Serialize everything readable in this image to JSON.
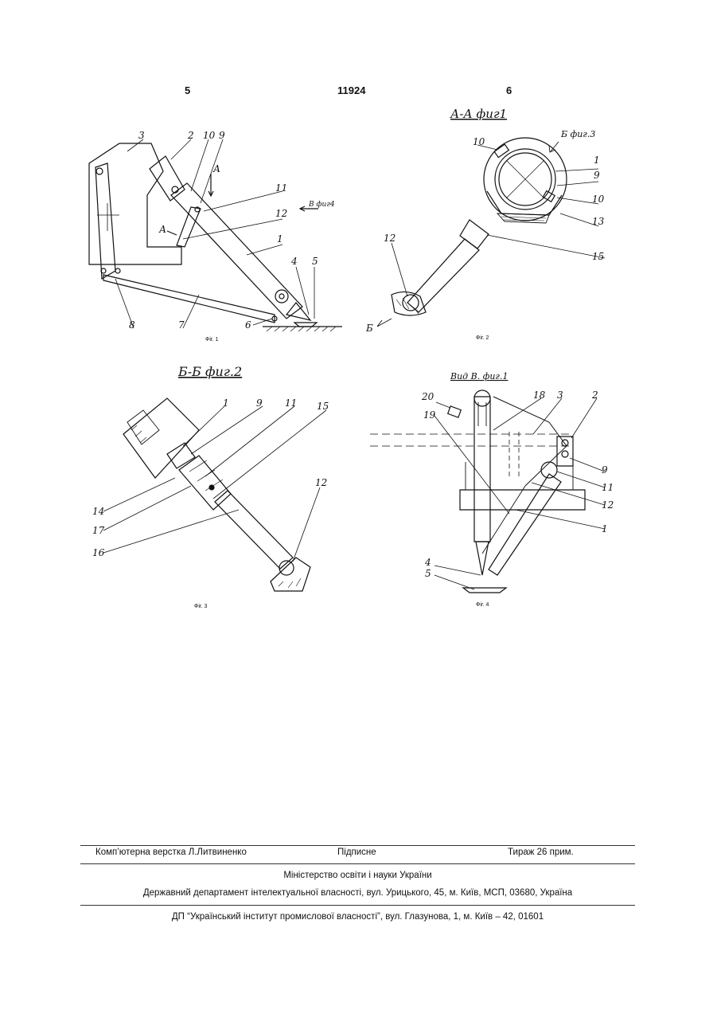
{
  "header": {
    "left_page": "5",
    "patent_number": "11924",
    "right_page": "6"
  },
  "figures": {
    "fig1": {
      "caption": "Фіг. 1",
      "labels": [
        "3",
        "2",
        "10",
        "9",
        "11",
        "12",
        "1",
        "4",
        "5",
        "6",
        "7",
        "8"
      ],
      "section_mark": "А",
      "view_ref": "В фиг4"
    },
    "fig2": {
      "caption": "Фіг. 2",
      "title": "А-А фиг1",
      "view_ref": "Б фиг.3",
      "labels": [
        "10",
        "1",
        "9",
        "10",
        "13",
        "15",
        "12"
      ],
      "section_mark": "Б"
    },
    "fig3": {
      "caption": "Фіг. 3",
      "title": "Б-Б фиг.2",
      "labels": [
        "1",
        "9",
        "11",
        "15",
        "14",
        "17",
        "16",
        "12"
      ]
    },
    "fig4": {
      "caption": "Фіг. 4",
      "title": "Вид В. фиг.1",
      "labels": [
        "20",
        "19",
        "18",
        "3",
        "2",
        "9",
        "11",
        "12",
        "1",
        "4",
        "5"
      ]
    }
  },
  "footer": {
    "typesetter": "Комп’ютерна верстка Л.Литвиненко",
    "signed": "Підписне",
    "circulation": "Тираж 26 прим.",
    "ministry": "Міністерство освіти і науки України",
    "department": "Державний департамент інтелектуальної власності, вул. Урицького, 45, м. Київ, МСП, 03680, Україна",
    "institute": "ДП “Український інститут промислової власності”, вул. Глазунова, 1, м. Київ – 42, 01601"
  }
}
